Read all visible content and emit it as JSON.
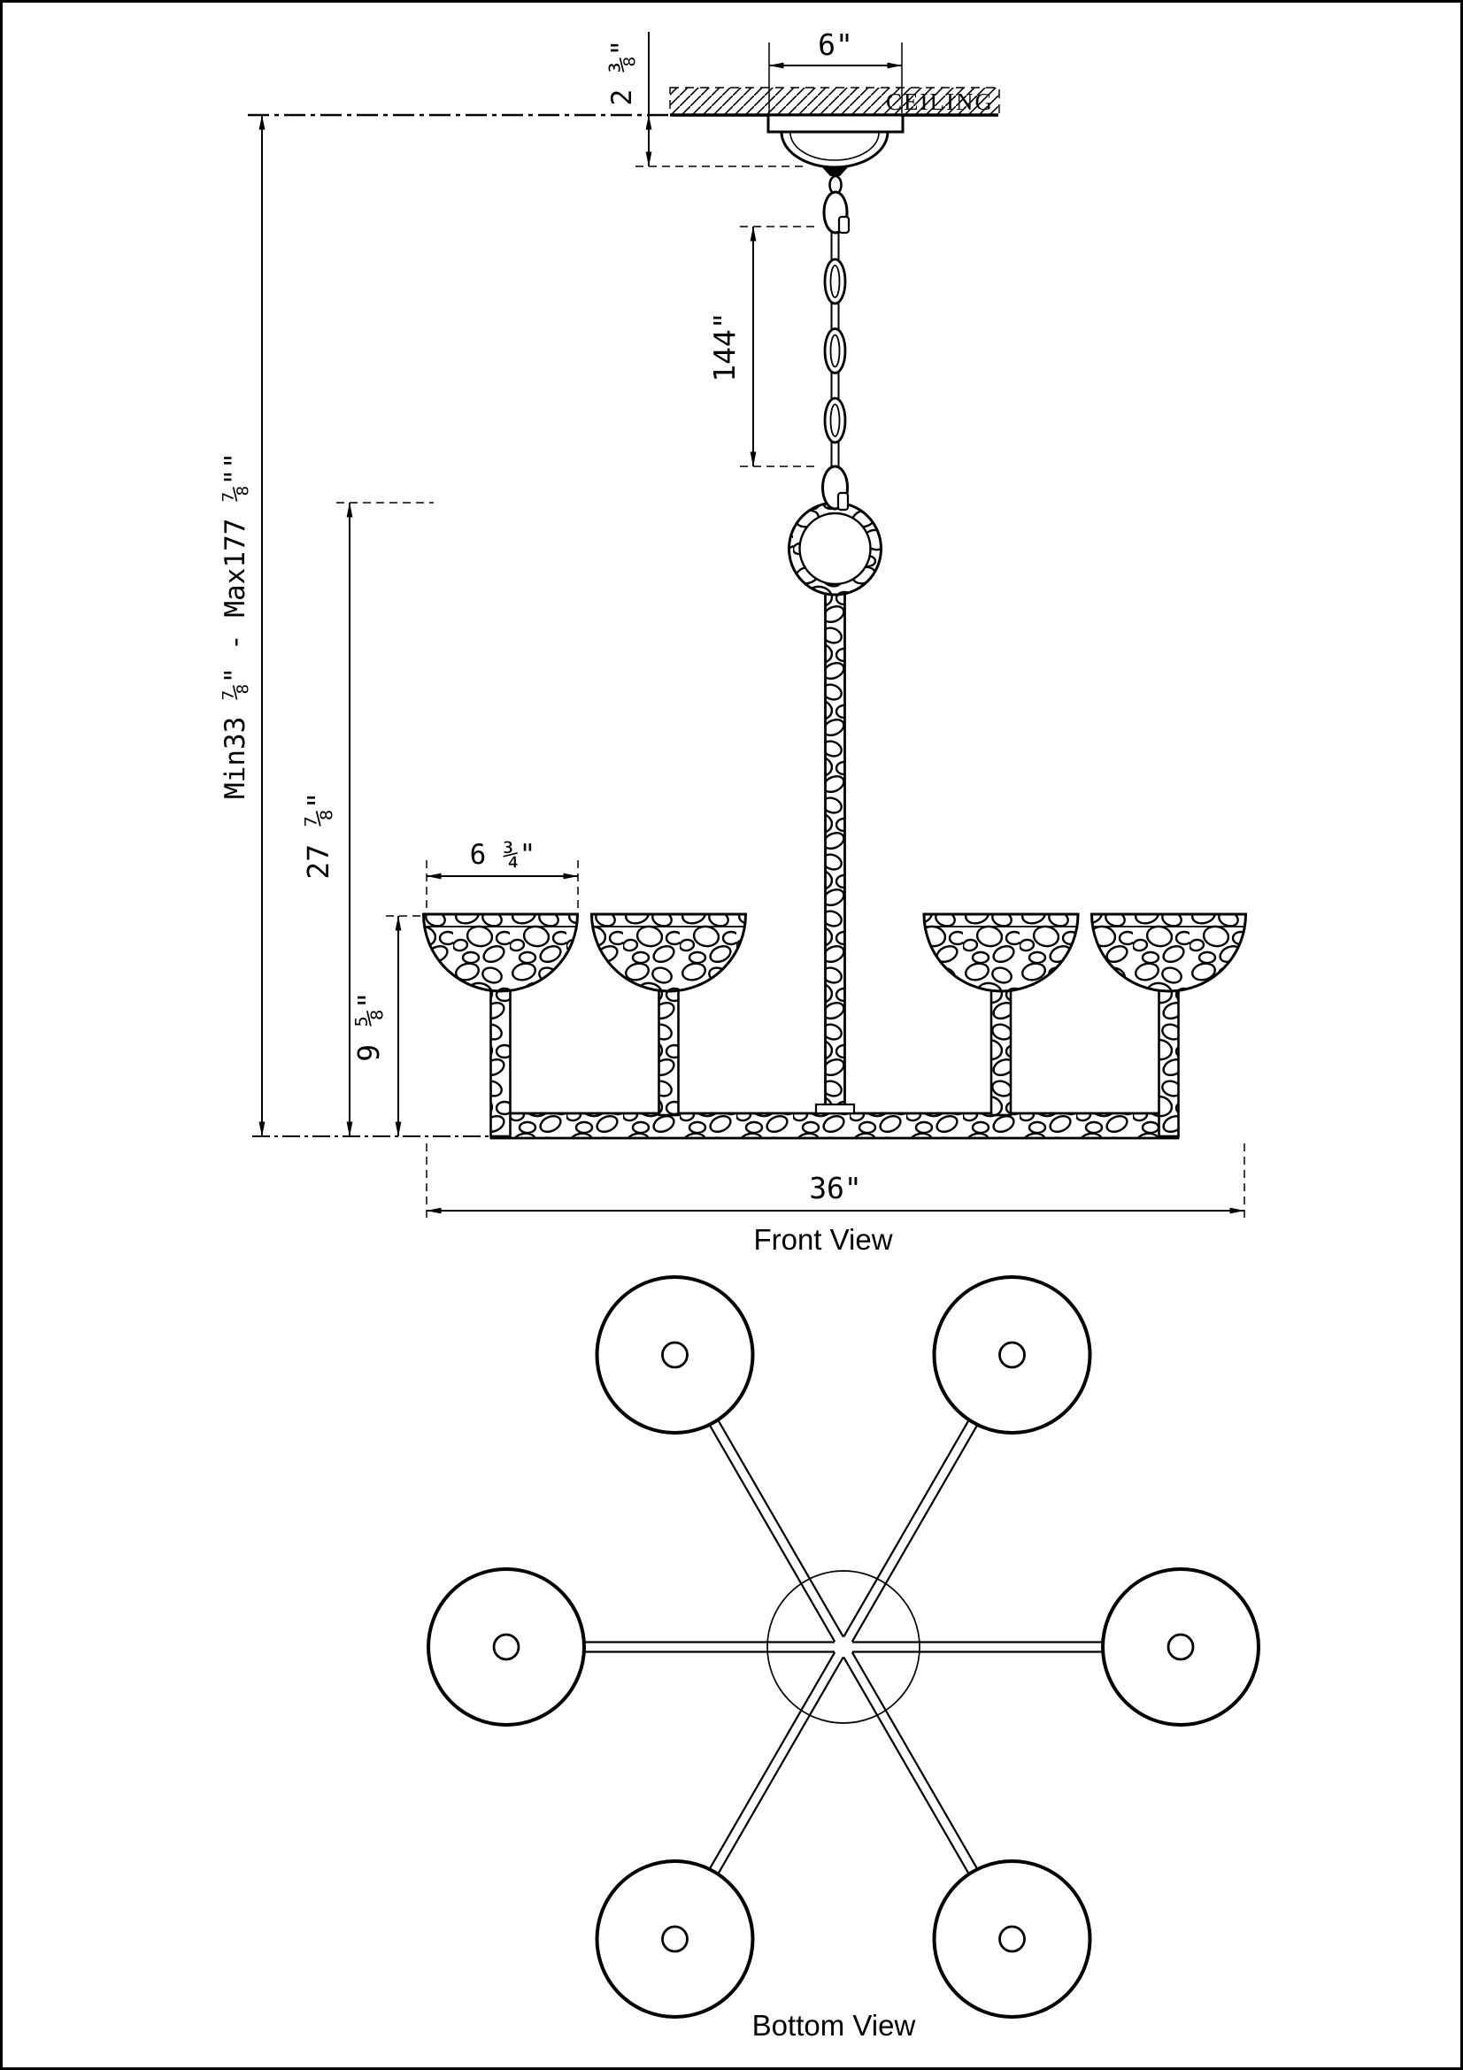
{
  "drawing": {
    "front_view": {
      "label": "Front View",
      "ceiling": "CEILING",
      "dim_canopy_depth": "2 ⅜\"",
      "dim_canopy_width": "6\"",
      "dim_chain": "144\"",
      "dim_height_range": "Min33 ⅞\" - Max177 ⅞\"\"",
      "dim_fixture_height": "27 ⅞\"",
      "dim_shade_width": "6 ¾\"",
      "dim_shade_height": "9 ⅝\"",
      "dim_width": "36\""
    },
    "bottom_view": {
      "label": "Bottom View"
    },
    "colors": {
      "line": "#000000",
      "background": "#ffffff"
    }
  }
}
